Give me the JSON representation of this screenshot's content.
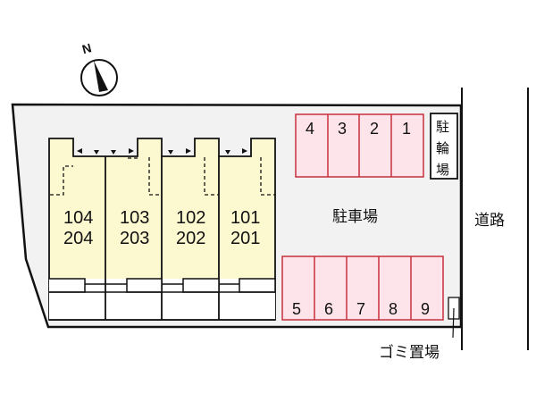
{
  "compass": {
    "label": "N",
    "icon": "north-arrow-icon"
  },
  "site": {
    "lot_fill": "#f2f2f2",
    "building_fill": "#fcf8d0",
    "parking_fill": "#fde4ea",
    "parking_stroke": "#c8303c"
  },
  "building": {
    "units": [
      {
        "upper": "104",
        "lower": "204"
      },
      {
        "upper": "103",
        "lower": "203"
      },
      {
        "upper": "102",
        "lower": "202"
      },
      {
        "upper": "101",
        "lower": "201"
      }
    ]
  },
  "parking": {
    "label": "駐車場",
    "top_row": [
      "4",
      "3",
      "2",
      "1"
    ],
    "bottom_row": [
      "5",
      "6",
      "7",
      "8",
      "9"
    ]
  },
  "bicycle_parking": {
    "chars": [
      "駐",
      "輪",
      "場"
    ]
  },
  "garbage": {
    "label": "ゴミ置場"
  },
  "road": {
    "label": "道路"
  }
}
